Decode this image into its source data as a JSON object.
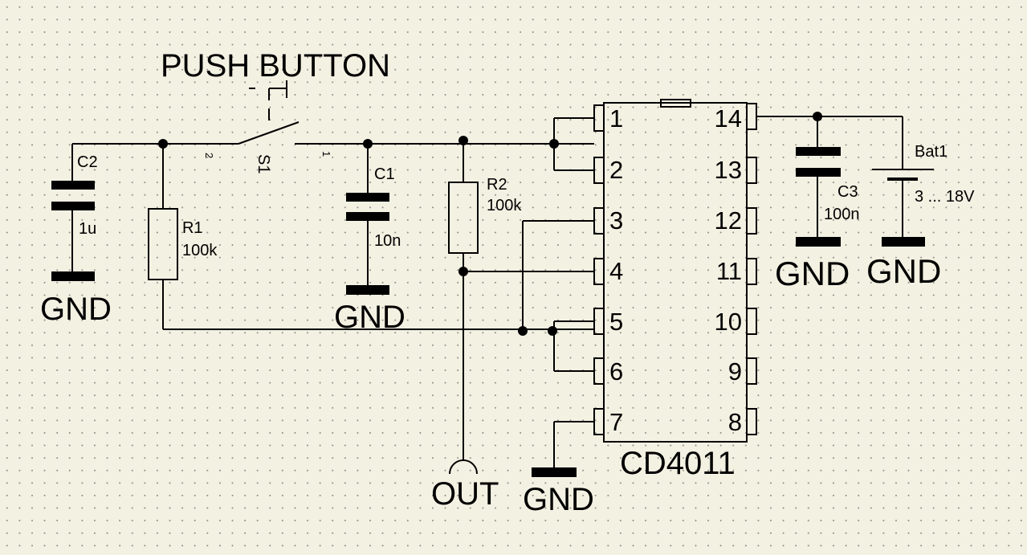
{
  "title": "PUSH BUTTON",
  "switch": {
    "ref": "S1",
    "pin_left": "2",
    "pin_right": "1"
  },
  "components": {
    "C2": {
      "ref": "C2",
      "value": "1u"
    },
    "R1": {
      "ref": "R1",
      "value": "100k"
    },
    "C1": {
      "ref": "C1",
      "value": "10n"
    },
    "R2": {
      "ref": "R2",
      "value": "100k"
    },
    "C3": {
      "ref": "C3",
      "value": "100n"
    },
    "Bat1": {
      "ref": "Bat1",
      "value": "3 ... 18V"
    }
  },
  "ic": {
    "name": "CD4011",
    "left_pins": [
      "1",
      "2",
      "3",
      "4",
      "5",
      "6",
      "7"
    ],
    "right_pins": [
      "14",
      "13",
      "12",
      "11",
      "10",
      "9",
      "8"
    ]
  },
  "ground_label": "GND",
  "output_label": "OUT"
}
